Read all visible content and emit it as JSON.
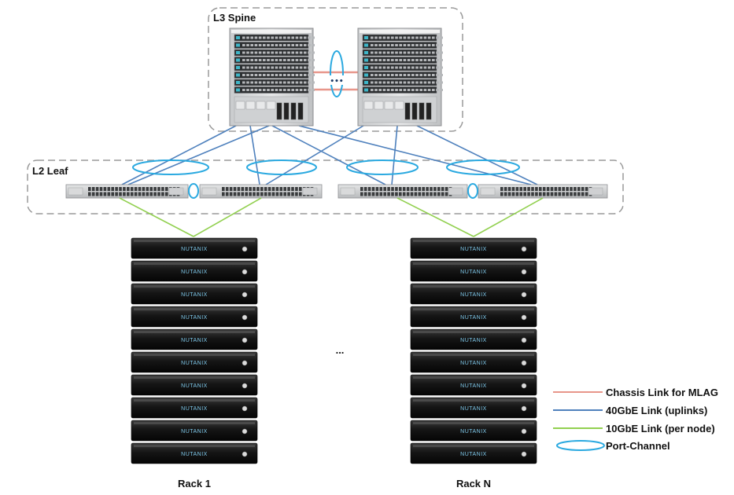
{
  "zones": {
    "spine_label": "L3 Spine",
    "leaf_label": "L2 Leaf"
  },
  "spine_interlink_dots": "•••",
  "racks": [
    {
      "label": "Rack 1",
      "node_count": 10,
      "node_brand": "NUTANIX"
    },
    {
      "label": "Rack N",
      "node_count": 10,
      "node_brand": "NUTANIX"
    }
  ],
  "rack_ellipsis": "...",
  "legend": [
    {
      "label": "Chassis Link for MLAG",
      "kind": "line",
      "color": "#e8968a"
    },
    {
      "label": "40GbE Link (uplinks)",
      "kind": "line",
      "color": "#4f81bd"
    },
    {
      "label": "10GbE Link (per node)",
      "kind": "line",
      "color": "#92d050"
    },
    {
      "label": "Port-Channel",
      "kind": "ellipse",
      "color": "#2aa9e0"
    }
  ],
  "colors": {
    "chassis_link": "#e8968a",
    "uplink": "#4f81bd",
    "node_link": "#92d050",
    "port_channel": "#2aa9e0",
    "zone_border": "#9a9a9a"
  }
}
